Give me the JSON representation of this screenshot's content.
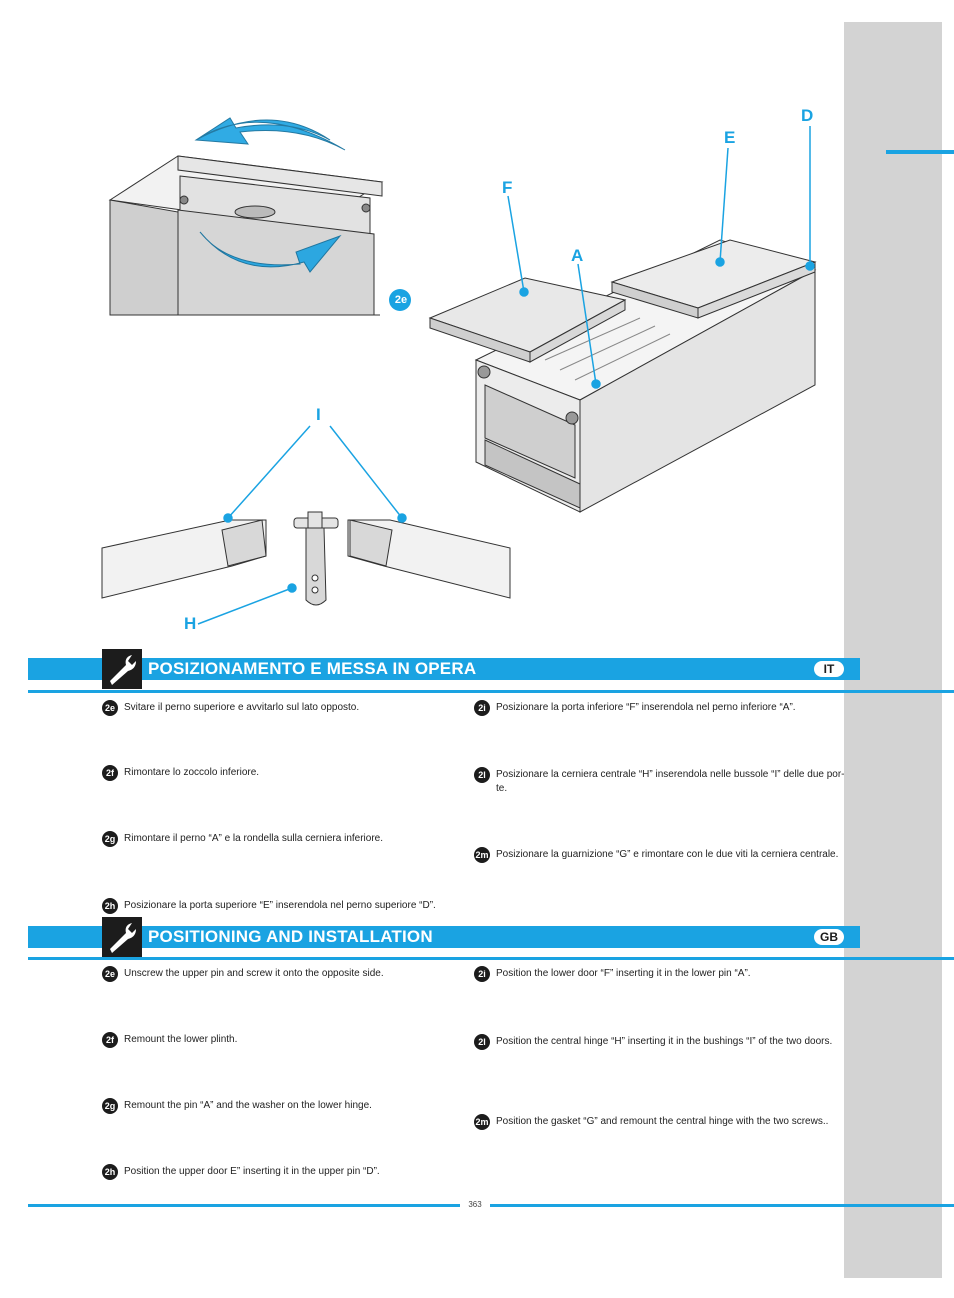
{
  "figure": {
    "badge": "2e",
    "callouts": {
      "D": "D",
      "E": "E",
      "F": "F",
      "A": "A",
      "I": "I",
      "H": "H"
    }
  },
  "colors": {
    "accent": "#1aa3e2",
    "dark": "#1c1c1c",
    "sidebar": "#d3d3d3"
  },
  "sections": {
    "it": {
      "title": "POSIZIONAMENTO E MESSA IN OPERA",
      "lang": "IT",
      "icon": "wrench-icon",
      "steps": [
        {
          "badge": "2e",
          "text": "Svitare il perno superiore e avvitarlo sul lato opposto."
        },
        {
          "badge": "2f",
          "text": "Rimontare lo zoccolo inferiore."
        },
        {
          "badge": "2g",
          "text": "Rimontare il perno “A” e la rondella sulla cerniera inferiore."
        },
        {
          "badge": "2h",
          "text": "Posizionare la porta superiore “E” inserendola nel perno superiore “D”."
        },
        {
          "badge": "2i",
          "text": "Posizionare la porta inferiore “F” inserendola nel perno inferiore “A”."
        },
        {
          "badge": "2l",
          "text": "Posizionare la cerniera centrale “H” inserendola nelle bussole “I” delle due por-",
          "text2": "te."
        },
        {
          "badge": "2m",
          "text": "Posizionare la guarnizione “G” e rimontare con le due viti la cerniera centrale."
        }
      ]
    },
    "gb": {
      "title": "POSITIONING AND INSTALLATION",
      "lang": "GB",
      "icon": "wrench-icon",
      "steps": [
        {
          "badge": "2e",
          "text": "Unscrew the upper pin and screw it onto the opposite side."
        },
        {
          "badge": "2f",
          "text": "Remount the lower plinth."
        },
        {
          "badge": "2g",
          "text": "Remount the pin “A” and the washer on the lower hinge."
        },
        {
          "badge": "2h",
          "text": "Position the upper door E” inserting it in the upper pin “D”."
        },
        {
          "badge": "2i",
          "text": "Position the lower door “F” inserting it in the lower pin “A”."
        },
        {
          "badge": "2l",
          "text": "Position the central hinge “H” inserting it in the bushings “I” of the two doors."
        },
        {
          "badge": "2m",
          "text": "Position the gasket “G” and remount the central hinge with the two screws.."
        }
      ]
    }
  },
  "footer": {
    "page": "363"
  }
}
